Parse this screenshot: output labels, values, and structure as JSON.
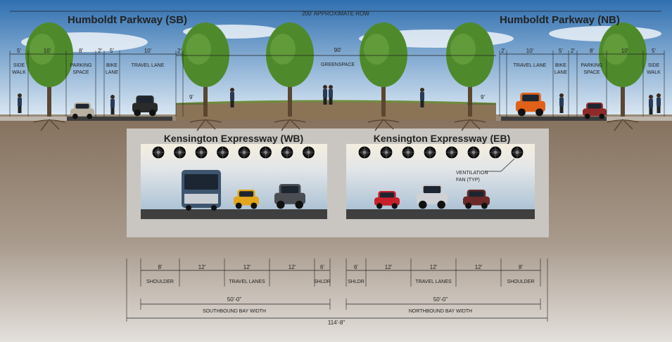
{
  "row_label": "200' APPROXIMATE ROW",
  "parkway_sb": {
    "title": "Humboldt Parkway (SB)",
    "segments": [
      {
        "dim": "5'",
        "label": [
          "SIDE",
          "WALK"
        ]
      },
      {
        "dim": "10'",
        "label": []
      },
      {
        "dim": "8'",
        "label": [
          "PARKING",
          "SPACE"
        ]
      },
      {
        "dim": "2'",
        "label": []
      },
      {
        "dim": "5'",
        "label": [
          "BIKE",
          "LANE"
        ]
      },
      {
        "dim": "10'",
        "label": [
          "TRAVEL LANE"
        ]
      },
      {
        "dim": "2'",
        "label": []
      }
    ]
  },
  "greenspace": {
    "dim": "90'",
    "label": "GREENSPACE",
    "offset_left": "9'",
    "offset_right": "9'"
  },
  "parkway_nb": {
    "title": "Humboldt Parkway (NB)",
    "segments": [
      {
        "dim": "2'",
        "label": []
      },
      {
        "dim": "10'",
        "label": [
          "TRAVEL LANE"
        ]
      },
      {
        "dim": "5'",
        "label": [
          "BIKE",
          "LANE"
        ]
      },
      {
        "dim": "2'",
        "label": []
      },
      {
        "dim": "8'",
        "label": [
          "PARKING",
          "SPACE"
        ]
      },
      {
        "dim": "10'",
        "label": []
      },
      {
        "dim": "5'",
        "label": [
          "SIDE",
          "WALK"
        ]
      }
    ]
  },
  "expressway_wb": {
    "title": "Kensington Expressway (WB)",
    "fan_count": 8,
    "lanes": [
      {
        "dim": "8'",
        "label": "SHOULDER"
      },
      {
        "dim": "12'",
        "label": ""
      },
      {
        "dim": "12'",
        "label": "TRAVEL LANES"
      },
      {
        "dim": "12'",
        "label": ""
      },
      {
        "dim": "6'",
        "label": "SHLDR"
      }
    ],
    "bay_dim": "50'-0\"",
    "bay_label": "SOUTHBOUND BAY WIDTH"
  },
  "expressway_eb": {
    "title": "Kensington Expressway (EB)",
    "fan_count": 8,
    "fan_note": [
      "VENTILATION",
      "FAN (TYP)"
    ],
    "lanes": [
      {
        "dim": "6'",
        "label": "SHLDR"
      },
      {
        "dim": "12'",
        "label": ""
      },
      {
        "dim": "12'",
        "label": "TRAVEL LANES"
      },
      {
        "dim": "12'",
        "label": ""
      },
      {
        "dim": "8'",
        "label": "SHOULDER"
      }
    ],
    "bay_dim": "50'-0\"",
    "bay_label": "NORTHBOUND BAY WIDTH"
  },
  "overall_dim": "114'-8\"",
  "colors": {
    "sky_top": "#2f6fb0",
    "sky_bottom": "#dbe9f5",
    "soil": "#8e7a6a",
    "soil_deep": "#bcb0a6",
    "concrete": "#c8c5c0",
    "tunnel_ceiling": "#f2ecdc",
    "tunnel_wall": "#b8c8d8",
    "pavement": "#3d3d3d",
    "grass": "#8b7a5c",
    "tree": "#4f8a2b"
  }
}
